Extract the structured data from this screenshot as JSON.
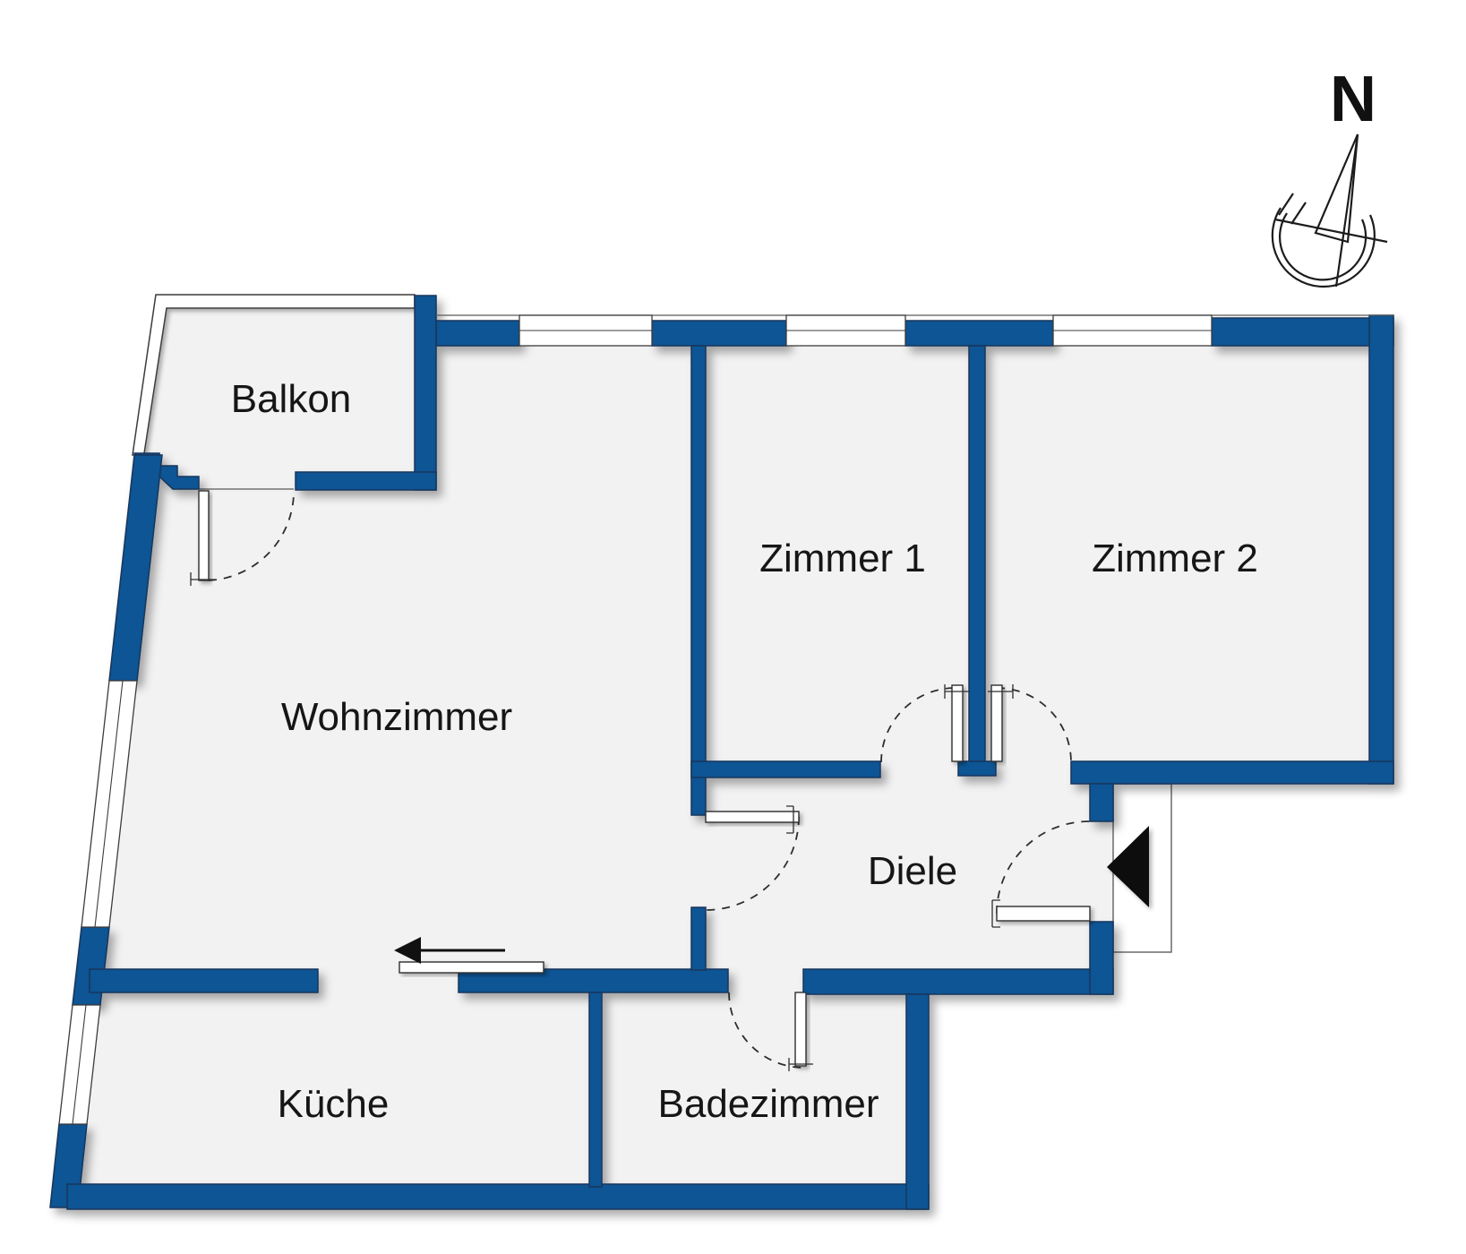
{
  "rooms": [
    {
      "id": "balkon",
      "label": "Balkon"
    },
    {
      "id": "wohnzimmer",
      "label": "Wohnzimmer"
    },
    {
      "id": "zimmer1",
      "label": "Zimmer 1"
    },
    {
      "id": "zimmer2",
      "label": "Zimmer 2"
    },
    {
      "id": "diele",
      "label": "Diele"
    },
    {
      "id": "kueche",
      "label": "Küche"
    },
    {
      "id": "badezimmer",
      "label": "Badezimmer"
    }
  ],
  "compass": {
    "label": "N"
  },
  "icons": {
    "compass": "compass-rose-icon",
    "entrance": "entrance-arrow-icon",
    "sliding_door": "sliding-direction-arrow-icon"
  },
  "colors": {
    "wall": "#0e5494",
    "floor": "#f2f2f3",
    "dash": "#2e2e2e",
    "arrow": "#111111"
  }
}
